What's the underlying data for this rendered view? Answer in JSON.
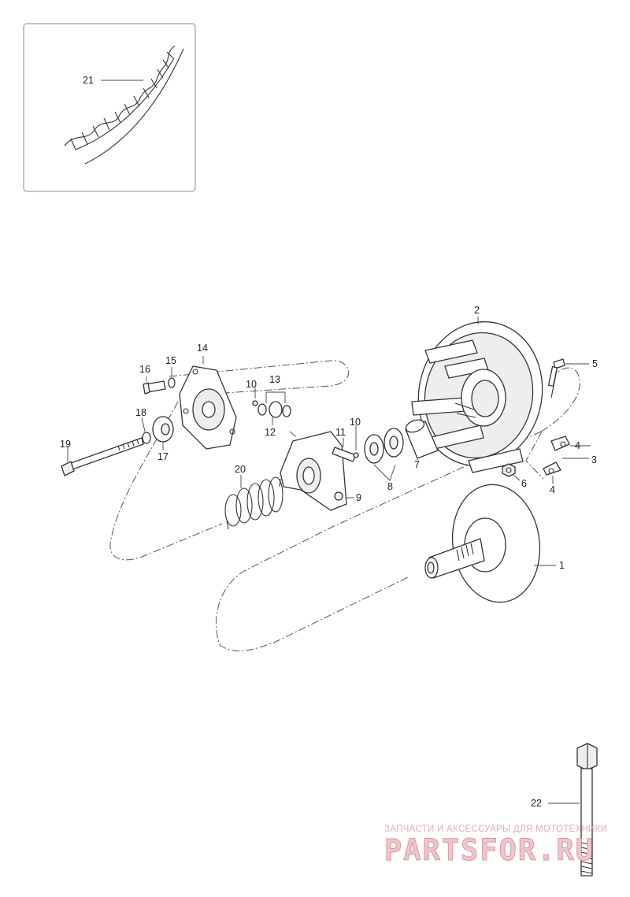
{
  "callouts": {
    "c1": "1",
    "c2": "2",
    "c3": "3",
    "c4a": "4",
    "c4b": "4",
    "c5": "5",
    "c6": "6",
    "c7": "7",
    "c8": "8",
    "c9": "9",
    "c10a": "10",
    "c10b": "10",
    "c11": "11",
    "c12": "12",
    "c13": "13",
    "c14": "14",
    "c15": "15",
    "c16": "16",
    "c17": "17",
    "c18": "18",
    "c19": "19",
    "c20": "20",
    "c21": "21",
    "c22": "22"
  },
  "watermark": {
    "tagline": "ЗАПЧАСТИ И АКСЕССУАРЫ ДЛЯ МОТОТЕХНИКИ",
    "brand": "PARTSFOR.RU"
  },
  "colors": {
    "line": "#333333",
    "watermark": "#e2aeb1"
  }
}
